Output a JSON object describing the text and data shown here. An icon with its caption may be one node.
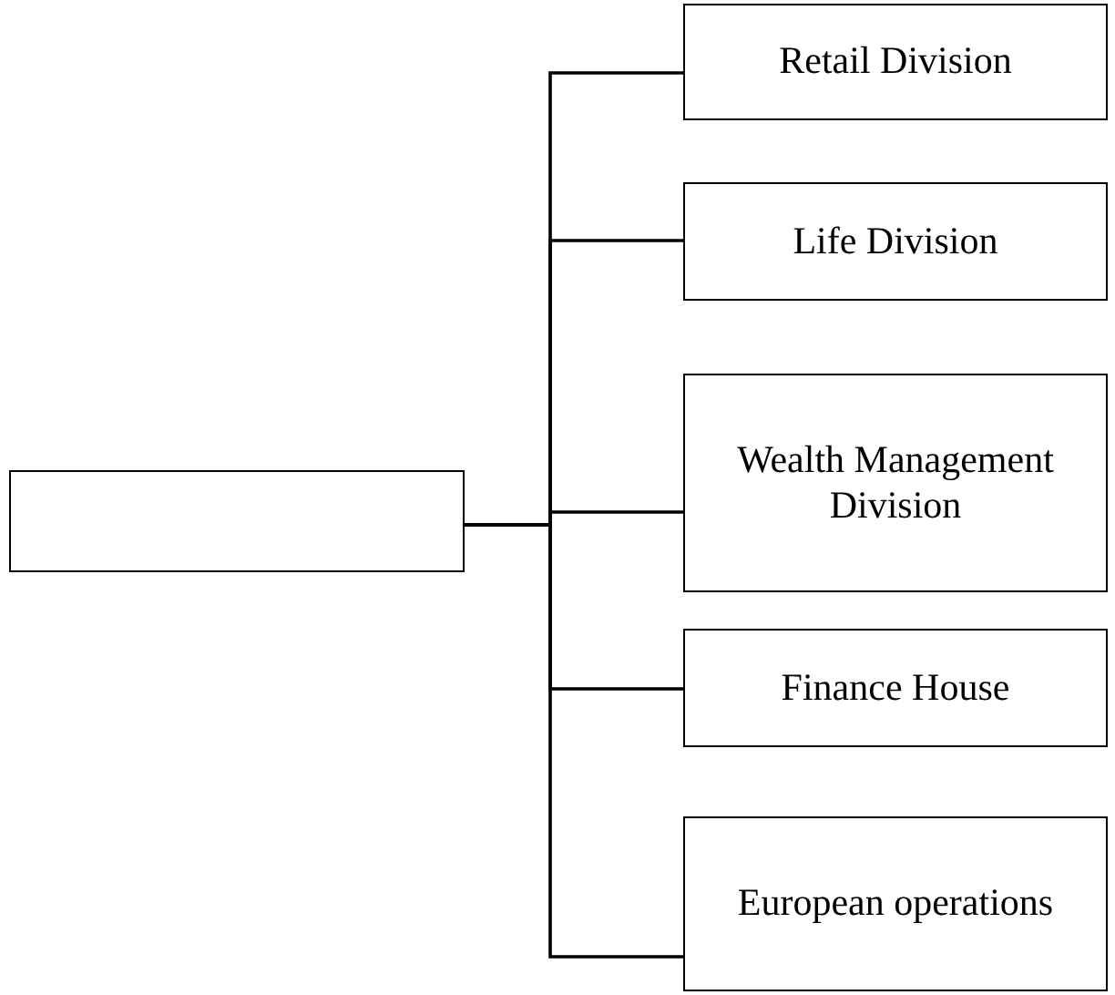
{
  "diagram": {
    "nodes": [
      {
        "text": [],
        "shape": "box"
      },
      {
        "text": [
          "Retail Division"
        ]
      },
      {
        "text": [
          "Life Division"
        ]
      },
      {
        "text": [
          "Wealth Management Division"
        ]
      },
      {
        "text": [
          "Finance House"
        ]
      },
      {
        "text": [
          "European operations"
        ]
      }
    ],
    "edges": [
      {
        "from": 0,
        "to": 1,
        "arrow": "none"
      },
      {
        "from": 0,
        "to": 2,
        "arrow": "none"
      },
      {
        "from": 0,
        "to": 3,
        "arrow": "none"
      },
      {
        "from": 0,
        "to": 4,
        "arrow": "none"
      },
      {
        "from": 0,
        "to": 5,
        "arrow": "none"
      }
    ]
  }
}
